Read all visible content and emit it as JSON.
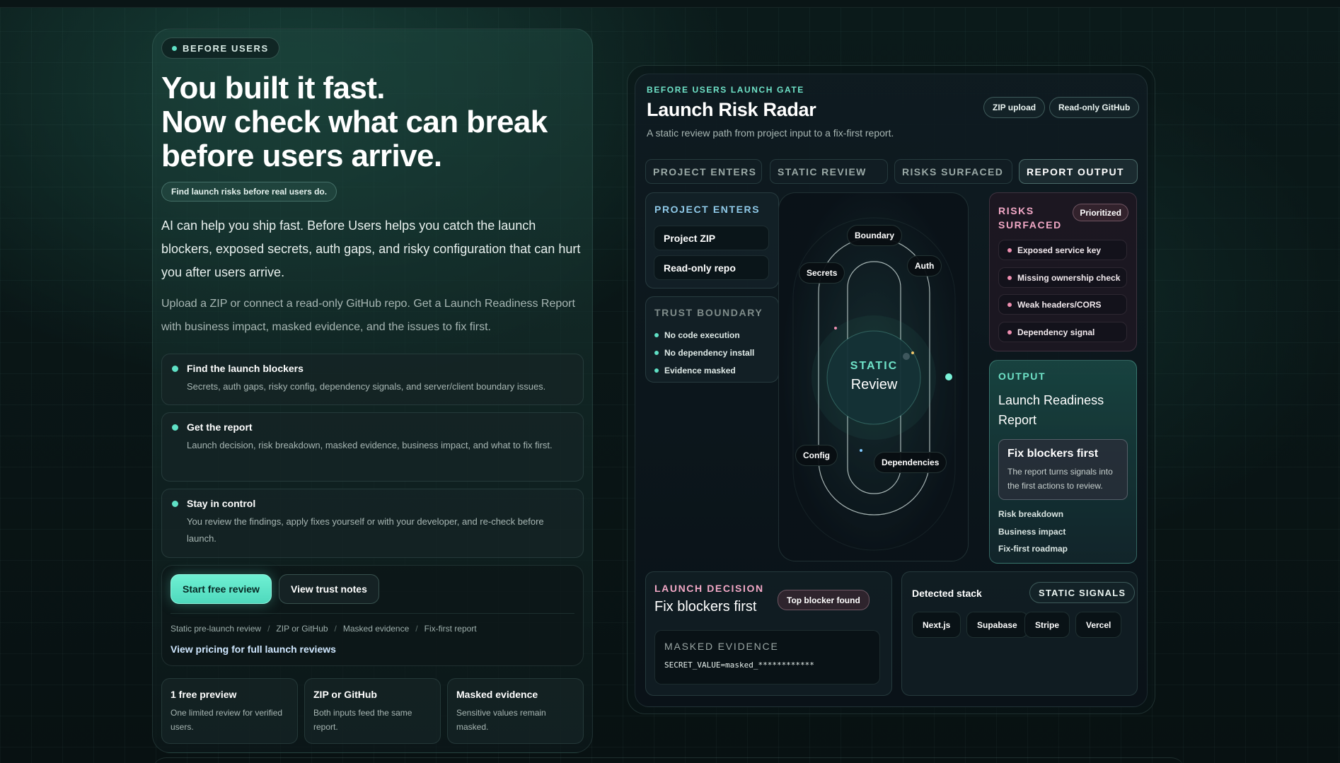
{
  "hero": {
    "eyebrow": "BEFORE USERS",
    "title_lines": [
      "You built it fast.",
      "Now check what can break",
      "before users arrive."
    ],
    "chip": "Find launch risks before real users do.",
    "body": "AI can help you ship fast. Before Users helps you catch the launch blockers, exposed secrets, auth gaps, and risky configuration that can hurt you after users arrive.",
    "sub": "Upload a ZIP or connect a read-only GitHub repo. Get a Launch Readiness Report with business impact, masked evidence, and the issues to fix first."
  },
  "features": [
    {
      "title": "Find the launch blockers",
      "desc": "Secrets, auth gaps, risky config, dependency signals, and server/client boundary issues."
    },
    {
      "title": "Get the report",
      "desc": "Launch decision, risk breakdown, masked evidence, business impact, and what to fix first."
    },
    {
      "title": "Stay in control",
      "desc": "You review the findings, apply fixes yourself or with your developer, and re-check before launch."
    }
  ],
  "cta": {
    "primary": "Start free review",
    "secondary": "View trust notes",
    "crumbs": [
      "Static pre-launch review",
      "ZIP or GitHub",
      "Masked evidence",
      "Fix-first report"
    ],
    "crumb_sep": "/",
    "pricing": "View pricing for full launch reviews"
  },
  "mini_cards": [
    {
      "title": "1 free preview",
      "desc": "One limited review for verified users."
    },
    {
      "title": "ZIP or GitHub",
      "desc": "Both inputs feed the same report."
    },
    {
      "title": "Masked evidence",
      "desc": "Sensitive values remain masked."
    }
  ],
  "radar": {
    "eyebrow": "BEFORE USERS LAUNCH GATE",
    "title": "Launch Risk Radar",
    "subtitle": "A static review path from project input to a fix-first report.",
    "badges": [
      "ZIP upload",
      "Read-only GitHub"
    ],
    "tabs": [
      "PROJECT ENTERS",
      "STATIC REVIEW",
      "RISKS SURFACED",
      "REPORT OUTPUT"
    ],
    "active_tab": 3,
    "project": {
      "label": "PROJECT ENTERS",
      "inputs": [
        "Project ZIP",
        "Read-only repo"
      ]
    },
    "trust": {
      "label": "TRUST BOUNDARY",
      "items": [
        "No code execution",
        "No dependency install",
        "Evidence masked"
      ]
    },
    "center": {
      "top": "STATIC",
      "bottom": "Review"
    },
    "nodes": [
      "Boundary",
      "Secrets",
      "Auth",
      "Config",
      "Dependencies"
    ],
    "risks": {
      "label_line1": "RISKS",
      "label_line2": "SURFACED",
      "badge": "Prioritized",
      "items": [
        "Exposed service key",
        "Missing ownership check",
        "Weak headers/CORS",
        "Dependency signal"
      ]
    },
    "output": {
      "label": "OUTPUT",
      "title_line1": "Launch Readiness",
      "title_line2": "Report",
      "card_title": "Fix blockers first",
      "card_desc": "The report turns signals into the first actions to review.",
      "links": [
        "Risk breakdown",
        "Business impact",
        "Fix-first roadmap"
      ]
    },
    "decision": {
      "label": "LAUNCH DECISION",
      "title": "Fix blockers first",
      "badge": "Top blocker found",
      "evidence_label": "MASKED EVIDENCE",
      "evidence_code": "SECRET_VALUE=masked_************"
    },
    "stack": {
      "label": "Detected stack",
      "badge": "STATIC SIGNALS",
      "items": [
        "Next.js",
        "Supabase",
        "Stripe",
        "Vercel"
      ]
    }
  },
  "colors": {
    "accent": "#5fe0c5",
    "risk": "#ef8fb1",
    "background": "#0b1a1a"
  }
}
